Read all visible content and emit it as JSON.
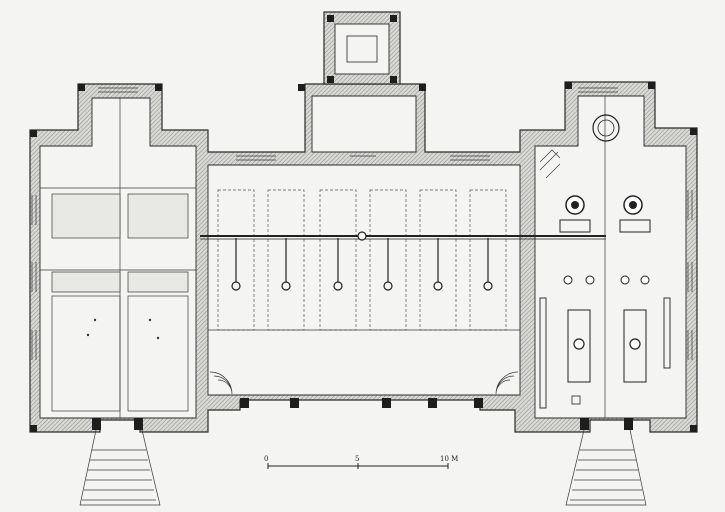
{
  "scale_bar": {
    "labels": [
      "0",
      "5",
      "10 M"
    ]
  }
}
